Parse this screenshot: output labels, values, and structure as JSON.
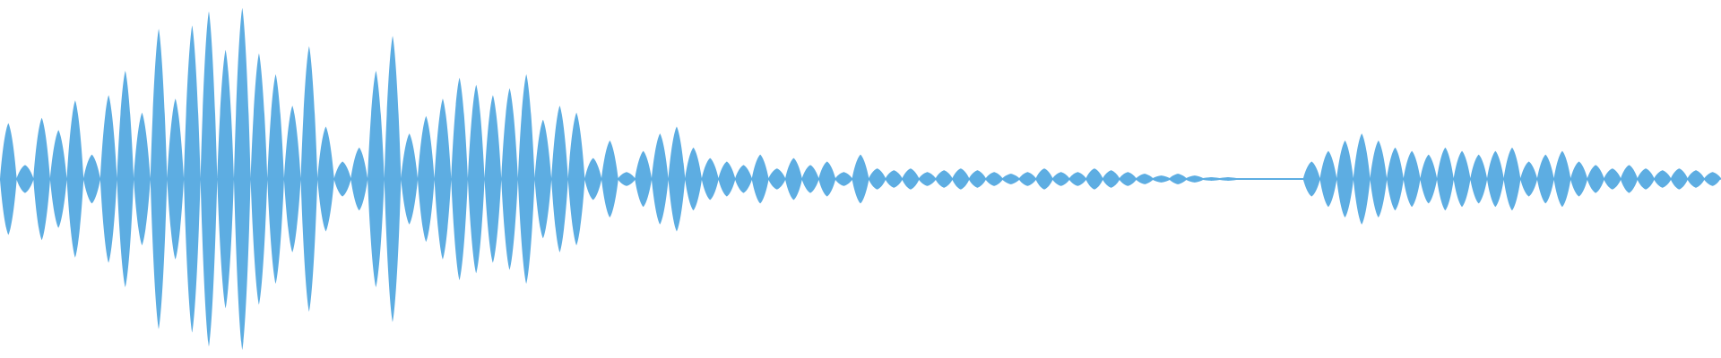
{
  "waveform": {
    "color": "#5DADE2",
    "background": "#FFFFFF",
    "peak_amplitudes": [
      0.32,
      0.08,
      0.35,
      0.28,
      0.45,
      0.14,
      0.48,
      0.62,
      0.38,
      0.86,
      0.46,
      0.88,
      0.96,
      0.74,
      0.98,
      0.72,
      0.6,
      0.42,
      0.76,
      0.3,
      0.1,
      0.18,
      0.62,
      0.82,
      0.26,
      0.36,
      0.46,
      0.58,
      0.54,
      0.48,
      0.52,
      0.6,
      0.34,
      0.42,
      0.38,
      0.12,
      0.22,
      0.04,
      0.16,
      0.26,
      0.3,
      0.18,
      0.12,
      0.1,
      0.08,
      0.14,
      0.06,
      0.12,
      0.08,
      0.1,
      0.04,
      0.14,
      0.06,
      0.05,
      0.06,
      0.04,
      0.05,
      0.06,
      0.05,
      0.04,
      0.03,
      0.04,
      0.06,
      0.04,
      0.04,
      0.06,
      0.05,
      0.04,
      0.03,
      0.02,
      0.03,
      0.02,
      0.01,
      0.01,
      0.005,
      0.005,
      0.005,
      0.005,
      0.1,
      0.16,
      0.22,
      0.26,
      0.22,
      0.18,
      0.16,
      0.14,
      0.18,
      0.16,
      0.14,
      0.16,
      0.18,
      0.1,
      0.14,
      0.16,
      0.1,
      0.08,
      0.06,
      0.08,
      0.06,
      0.05,
      0.06,
      0.05,
      0.04
    ]
  }
}
